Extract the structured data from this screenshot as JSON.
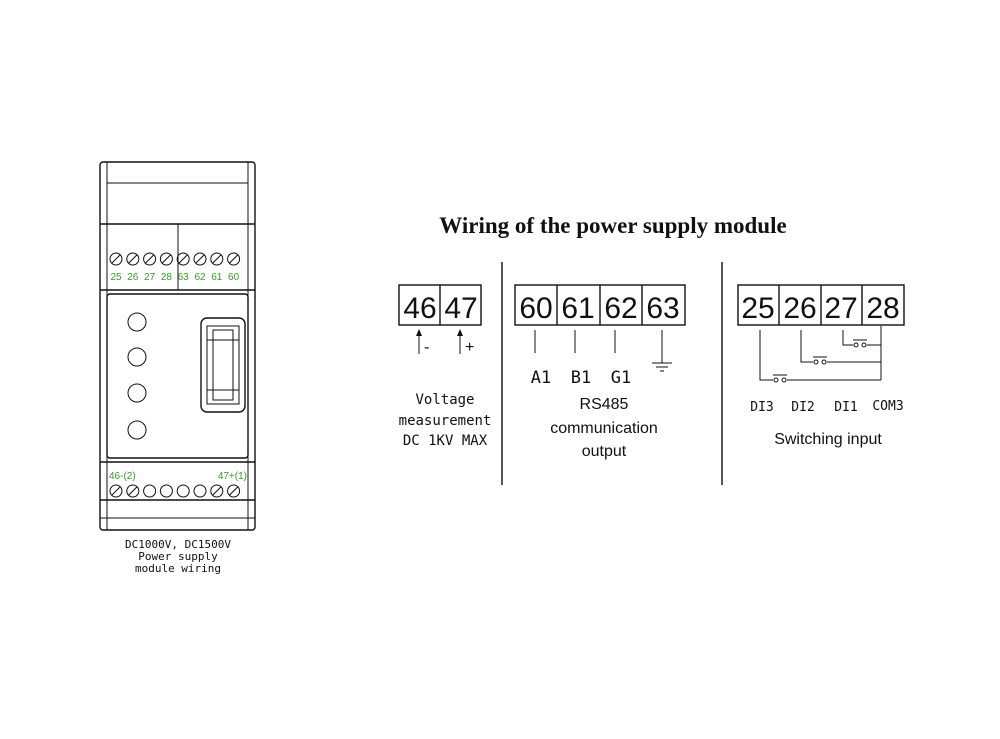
{
  "title": "Wiring of the power supply module",
  "device": {
    "top_terminals": [
      "25",
      "26",
      "27",
      "28",
      "63",
      "62",
      "61",
      "60"
    ],
    "bottom_left_label": "46-(2)",
    "bottom_right_label": "47+(1)",
    "caption": [
      "DC1000V, DC1500V",
      "Power supply",
      "module wiring"
    ]
  },
  "voltage": {
    "terminals": [
      "46",
      "47"
    ],
    "polarity": [
      "-",
      "+"
    ],
    "description": [
      "Voltage",
      "measurement",
      "DC 1KV MAX"
    ]
  },
  "rs485": {
    "terminals": [
      "60",
      "61",
      "62",
      "63"
    ],
    "signals": [
      "A1",
      "B1",
      "G1"
    ],
    "ground_icon": "ground-icon",
    "description": [
      "RS485",
      "communication",
      "output"
    ]
  },
  "switching": {
    "terminals": [
      "25",
      "26",
      "27",
      "28"
    ],
    "labels": [
      "DI3",
      "DI2",
      "DI1",
      "COM3"
    ],
    "description": "Switching input"
  }
}
